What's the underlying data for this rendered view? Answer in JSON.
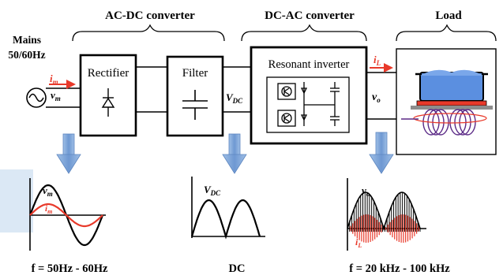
{
  "sections": {
    "acdc": "AC-DC converter",
    "dcac": "DC-AC converter",
    "load": "Load"
  },
  "mains": {
    "line1": "Mains",
    "line2": "50/60Hz"
  },
  "blocks": {
    "rectifier": "Rectifier",
    "filter": "Filter",
    "inverter": "Resonant inverter"
  },
  "signals": {
    "i_m": "i",
    "i_m_sub": "m",
    "v_m": "v",
    "v_m_sub": "m",
    "v_dc": "V",
    "v_dc_sub": "DC",
    "i_l": "i",
    "i_l_sub": "L",
    "v_o": "v",
    "v_o_sub": "o"
  },
  "waveform_labels": {
    "w1_v": "v",
    "w1_v_sub": "m",
    "w1_i": "i",
    "w1_i_sub": "m",
    "w2_v": "V",
    "w2_v_sub": "DC",
    "w3_v": "v",
    "w3_v_sub": "o",
    "w3_i": "i",
    "w3_i_sub": "L"
  },
  "captions": {
    "c1": "f = 50Hz - 60Hz",
    "c2": "DC",
    "c3": "f = 20 kHz - 100 kHz"
  },
  "colors": {
    "arrow_blue": "#7fa7d9",
    "current_red": "#e8392a",
    "coil_purple": "#5b2a86",
    "pot_blue": "#5b8fe0",
    "background_blue": "#cfe0f2"
  }
}
